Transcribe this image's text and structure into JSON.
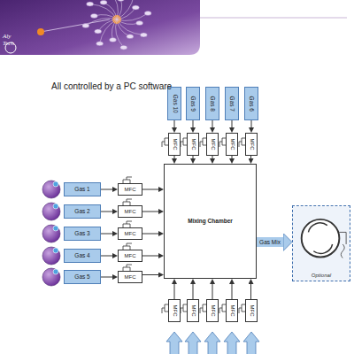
{
  "diagram": {
    "nodes": [
      {
        "text": [
          "Gas 10"
        ]
      },
      {
        "text": [
          "Gas 9"
        ]
      },
      {
        "text": [
          "Gas 8"
        ]
      },
      {
        "text": [
          "Gas 7"
        ]
      },
      {
        "text": [
          "Gas 6"
        ]
      },
      {
        "text": [
          "MFC"
        ]
      },
      {
        "text": [
          "MFC"
        ]
      },
      {
        "text": [
          "MFC"
        ]
      },
      {
        "text": [
          "MFC"
        ]
      },
      {
        "text": [
          "MFC"
        ]
      },
      {
        "text": [
          "Gas 1"
        ]
      },
      {
        "text": [
          "Gas 2"
        ]
      },
      {
        "text": [
          "Gas 3"
        ]
      },
      {
        "text": [
          "Gas 4"
        ]
      },
      {
        "text": [
          "Gas 5"
        ]
      },
      {
        "text": [
          "MFC"
        ]
      },
      {
        "text": [
          "MFC"
        ]
      },
      {
        "text": [
          "MFC"
        ]
      },
      {
        "text": [
          "MFC"
        ]
      },
      {
        "text": [
          "MFC"
        ]
      },
      {
        "text": [
          "Mixing Chamber"
        ]
      },
      {
        "text": [
          "Optional"
        ]
      },
      {
        "text": [
          "MFC"
        ]
      },
      {
        "text": [
          "MFC"
        ]
      },
      {
        "text": [
          "MFC"
        ]
      },
      {
        "text": [
          "MFC"
        ]
      },
      {
        "text": [
          "MFC"
        ]
      }
    ],
    "edges": [
      {
        "from": 0,
        "to": 5,
        "arrow": "to"
      },
      {
        "from": 1,
        "to": 6,
        "arrow": "to"
      },
      {
        "from": 2,
        "to": 7,
        "arrow": "to"
      },
      {
        "from": 3,
        "to": 8,
        "arrow": "to"
      },
      {
        "from": 4,
        "to": 9,
        "arrow": "to"
      },
      {
        "from": 5,
        "to": 20,
        "arrow": "to"
      },
      {
        "from": 6,
        "to": 20,
        "arrow": "to"
      },
      {
        "from": 7,
        "to": 20,
        "arrow": "to"
      },
      {
        "from": 8,
        "to": 20,
        "arrow": "to"
      },
      {
        "from": 9,
        "to": 20,
        "arrow": "to"
      },
      {
        "from": 10,
        "to": 15,
        "arrow": "to"
      },
      {
        "from": 11,
        "to": 16,
        "arrow": "to"
      },
      {
        "from": 12,
        "to": 17,
        "arrow": "to"
      },
      {
        "from": 13,
        "to": 18,
        "arrow": "to"
      },
      {
        "from": 14,
        "to": 19,
        "arrow": "to"
      },
      {
        "from": 15,
        "to": 20,
        "arrow": "to"
      },
      {
        "from": 16,
        "to": 20,
        "arrow": "to"
      },
      {
        "from": 17,
        "to": 20,
        "arrow": "to"
      },
      {
        "from": 18,
        "to": 20,
        "arrow": "to"
      },
      {
        "from": 19,
        "to": 20,
        "arrow": "to"
      },
      {
        "from": 20,
        "to": 21,
        "label": "Gas Mix",
        "arrow": "to"
      },
      {
        "from": 22,
        "to": 20,
        "arrow": "to"
      },
      {
        "from": 23,
        "to": 20,
        "arrow": "to"
      },
      {
        "from": 24,
        "to": 20,
        "arrow": "to"
      },
      {
        "from": 25,
        "to": 20,
        "arrow": "to"
      },
      {
        "from": 26,
        "to": 20,
        "arrow": "to"
      }
    ],
    "labels": [
      "Aly Tech",
      "All controlled by a PC software"
    ]
  }
}
